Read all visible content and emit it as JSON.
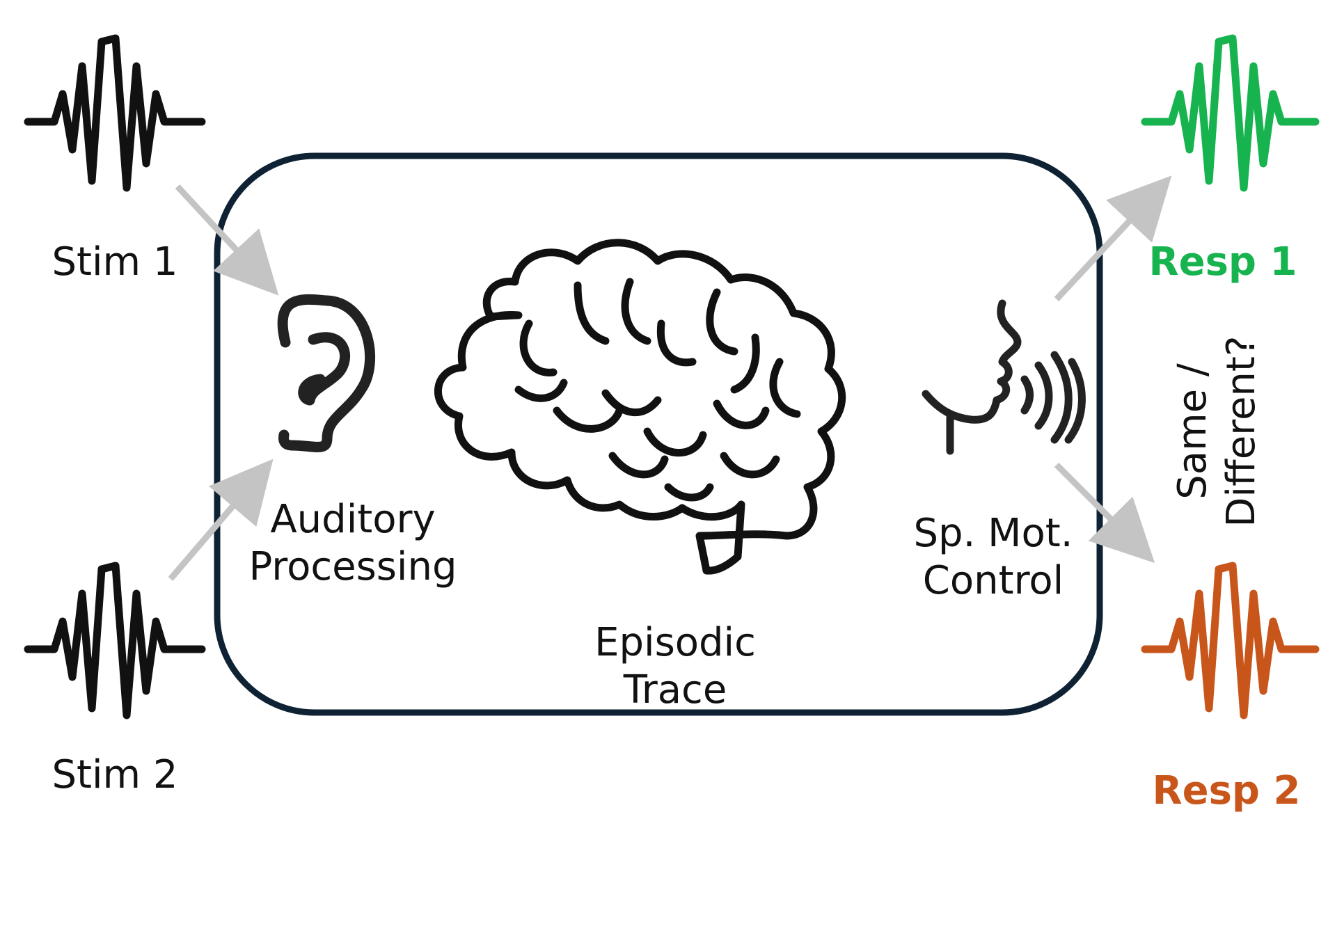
{
  "colors": {
    "stimulus": "#111111",
    "resp1": "#16b34f",
    "resp2": "#c8561b",
    "box_border": "#0e2233",
    "arrow": "#c4c4c4",
    "text": "#111111"
  },
  "stimuli": [
    {
      "label": "Stim 1"
    },
    {
      "label": "Stim 2"
    }
  ],
  "responses": [
    {
      "label": "Resp 1"
    },
    {
      "label": "Resp 2"
    }
  ],
  "stages": {
    "auditory": {
      "line1": "Auditory",
      "line2": "Processing",
      "icon": "ear-icon"
    },
    "episodic": {
      "line1": "Episodic",
      "line2": "Trace",
      "icon": "brain-icon"
    },
    "speech_motor": {
      "line1": "Sp. Mot.",
      "line2": "Control",
      "icon": "speaking-head-icon"
    }
  },
  "decision": {
    "line1": "Same /",
    "line2": "Different?"
  }
}
